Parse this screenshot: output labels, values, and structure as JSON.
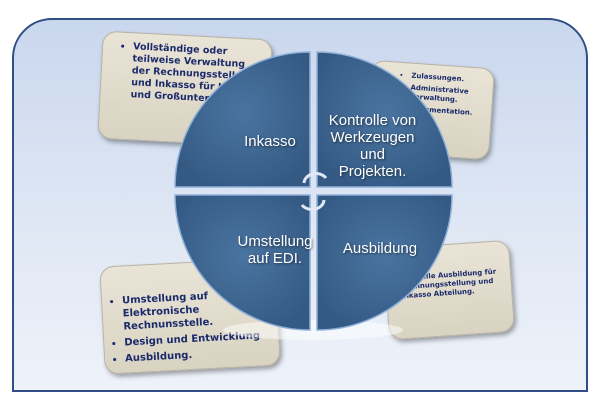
{
  "segments": [
    {
      "label": "Inkasso"
    },
    {
      "label": "Kontrolle von Werkzeugen und Projekten."
    },
    {
      "label": "Umstellung auf EDI."
    },
    {
      "label": "Ausbildung"
    }
  ],
  "boxes": {
    "top_left": [
      "Vollständige oder teilweise Verwaltung der Rechnungsstellung und Inkasso für KNU und Großunternehmen."
    ],
    "top_right": [
      "Zulassungen.",
      "Administrative Verwaltung.",
      "Dokumentation."
    ],
    "bottom_left": [
      "Umstellung auf Elektronische Rechnunsstelle.",
      "Design und Entwicklung",
      "Ausbildung."
    ],
    "bottom_right": "Spezielle Ausbildung für Rechnungsstellung und Inkasso Abteilung."
  },
  "colors": {
    "segment": "#3f6690",
    "frame_border": "#2f4f86",
    "box_text": "#1a2a6b"
  }
}
